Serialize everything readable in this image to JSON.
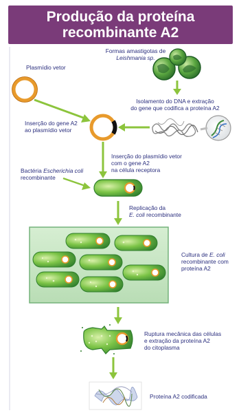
{
  "title": {
    "line1": "Produção da proteína",
    "line2": "recombinante A2"
  },
  "labels": {
    "amastigotes_line1": "Formas amastigotas de",
    "amastigotes_line2": "Leishmania sp.",
    "plasmid_vector": "Plasmídio vetor",
    "dna_isolation_line1": "Isolamento do DNA e extração",
    "dna_isolation_line2": "do gene que codifica a proteína A2",
    "gene_insertion_line1": "Inserção do gene A2",
    "gene_insertion_line2": "ao plasmídio vetor",
    "plasmid_insertion_line1": "Inserção do plasmídio vetor",
    "plasmid_insertion_line2": "com o gene A2",
    "plasmid_insertion_line3": "na célula receptora",
    "bacteria_line1_prefix": "Bactéria ",
    "bacteria_line1_italic": "Escherichia coli",
    "bacteria_line2": "recombinante",
    "replication_line1": "Replicação da",
    "replication_line2_italic": "E. coli",
    "replication_line2_suffix": " recombinante",
    "culture_line1": "Cultura de ",
    "culture_line1_italic": "E. coli",
    "culture_line2": "recombinante com",
    "culture_line3": "proteína A2",
    "rupture_line1": "Ruptura mecânica das células",
    "rupture_line2": "e extração da proteína A2",
    "rupture_line3": "do citoplasma",
    "protein_coded": "Proteína A2 codificada"
  },
  "colors": {
    "header": "#7a3b79",
    "text": "#2b2f7e",
    "arrow": "#8cc43c",
    "plasmid_ring": "#e89a2c",
    "culture_box_fill": "#c6e6c2",
    "culture_box_stroke": "#74b27a",
    "bacterium": "#3f9a3a"
  }
}
